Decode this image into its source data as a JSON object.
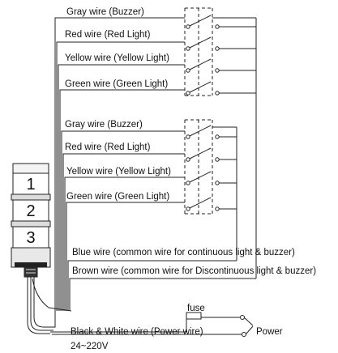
{
  "group_top": {
    "wires": [
      "Gray wire (Buzzer)",
      "Red wire (Red Light)",
      "Yellow wire (Yellow Light)",
      "Green wire (Green Light)"
    ]
  },
  "group_bottom": {
    "wires": [
      "Gray wire (Buzzer)",
      "Red wire (Red Light)",
      "Yellow wire (Yellow Light)",
      "Green wire (Green Light)"
    ]
  },
  "common": {
    "blue": "Blue wire (common wire for continuous light & buzzer)",
    "brown": "Brown wire (common wire for Discontinuous light & buzzer)"
  },
  "power": {
    "wire": "Black & White wire (Power wire)",
    "voltage": "24~220V",
    "fuse": "fuse",
    "label": "Power"
  },
  "tower": {
    "segments": [
      "1",
      "2",
      "3"
    ]
  }
}
